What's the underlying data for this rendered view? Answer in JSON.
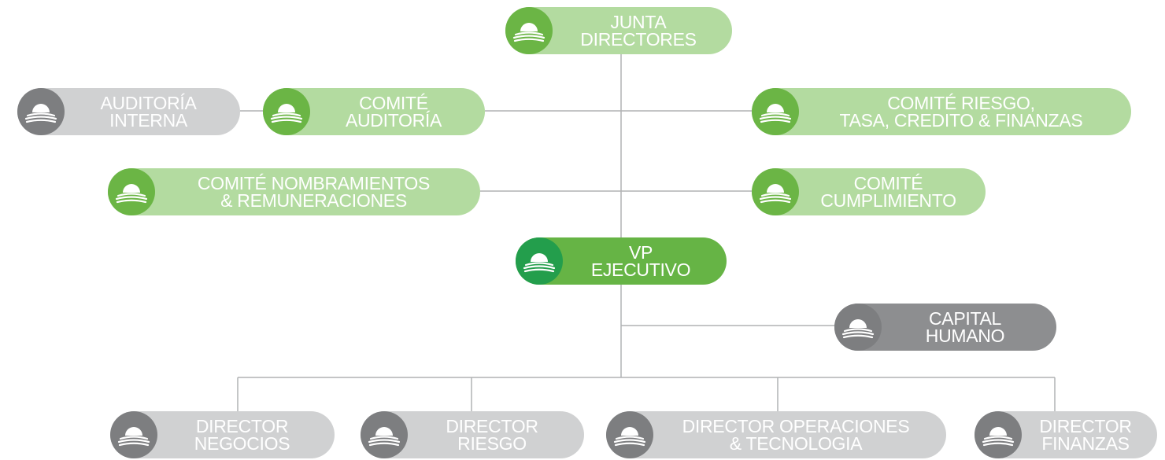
{
  "nodes": {
    "junta": {
      "lines": [
        "JUNTA",
        "DIRECTORES"
      ],
      "icon": "logo-icon"
    },
    "auditoria_interna": {
      "lines": [
        "AUDITORÍA",
        "INTERNA"
      ],
      "icon": "logo-icon"
    },
    "comite_auditoria": {
      "lines": [
        "COMITÉ",
        "AUDITORÍA"
      ],
      "icon": "logo-icon"
    },
    "comite_riesgo": {
      "lines": [
        "COMITÉ RIESGO,",
        "TASA, CREDITO & FINANZAS"
      ],
      "icon": "logo-icon"
    },
    "comite_nombramientos": {
      "lines": [
        "COMITÉ NOMBRAMIENTOS",
        "& REMUNERACIONES"
      ],
      "icon": "logo-icon"
    },
    "comite_cumplimiento": {
      "lines": [
        "COMITÉ",
        "CUMPLIMIENTO"
      ],
      "icon": "logo-icon"
    },
    "vp_ejecutivo": {
      "lines": [
        "VP",
        "EJECUTIVO"
      ],
      "icon": "logo-icon"
    },
    "capital_humano": {
      "lines": [
        "CAPITAL",
        "HUMANO"
      ],
      "icon": "logo-icon"
    },
    "director_negocios": {
      "lines": [
        "DIRECTOR",
        "NEGOCIOS"
      ],
      "icon": "logo-icon"
    },
    "director_riesgo": {
      "lines": [
        "DIRECTOR",
        "RIESGO"
      ],
      "icon": "logo-icon"
    },
    "director_operaciones": {
      "lines": [
        "DIRECTOR OPERACIONES",
        "& TECNOLOGIA"
      ],
      "icon": "logo-icon"
    },
    "director_finanzas": {
      "lines": [
        "DIRECTOR",
        "FINANZAS"
      ],
      "icon": "logo-icon"
    }
  },
  "colors": {
    "green_light": "#b3dba0",
    "green_dark": "#66b445",
    "gray_light": "#d0d1d2",
    "gray_dark": "#8d8e90",
    "connector": "#b1b2b4"
  }
}
